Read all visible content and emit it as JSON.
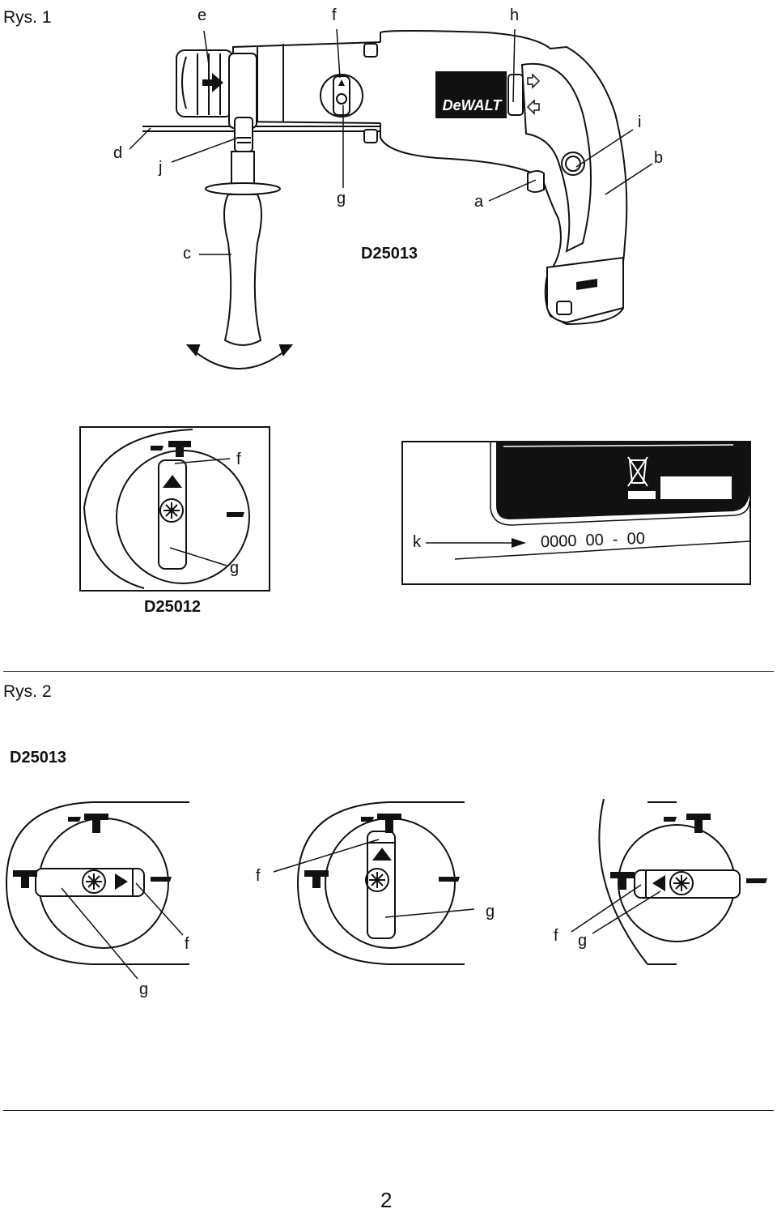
{
  "figure1": {
    "heading": "Rys. 1",
    "drill_model": "D25013",
    "brand_logo": "DeWALT",
    "labels": {
      "a": "a",
      "b": "b",
      "c": "c",
      "d": "d",
      "e": "e",
      "f": "f",
      "g": "g",
      "h": "h",
      "i": "i",
      "j": "j"
    },
    "inset_left": {
      "model": "D25012",
      "label_f": "f",
      "label_g": "g"
    },
    "inset_right": {
      "label_k": "k",
      "serial_text": "0000  00  -  00"
    }
  },
  "figure2": {
    "heading": "Rys. 2",
    "model": "D25013",
    "dial1": {
      "label_f": "f",
      "label_g": "g"
    },
    "dial2": {
      "label_f": "f",
      "label_g": "g"
    },
    "dial3": {
      "label_f": "f",
      "label_g": "g"
    }
  },
  "page_number": "2"
}
